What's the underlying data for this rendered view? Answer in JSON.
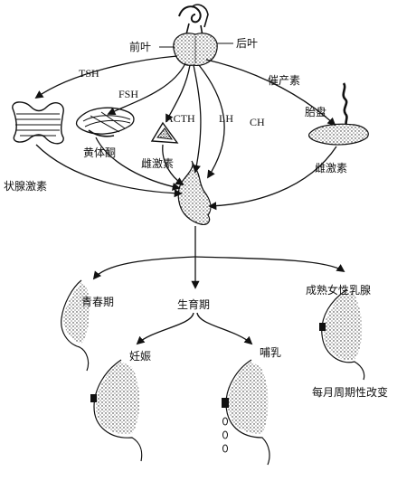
{
  "pituitary": {
    "anterior_lobe": "前叶",
    "posterior_lobe": "后叶"
  },
  "hormones": {
    "tsh": "TSH",
    "fsh": "FSH",
    "acth": "ACTH",
    "lh": "LH",
    "ch": "CH",
    "oxytocin": "催产素"
  },
  "organs": {
    "corpus_luteum": "黄体酮",
    "estrogen_left": "雌激素",
    "thyroid_hormone": "状腺激素",
    "placenta": "胎盘",
    "estrogen_right": "雌激素"
  },
  "stages": {
    "puberty": "青春期",
    "reproductive": "生育期",
    "mature_breast": "成熟女性乳腺",
    "pregnancy": "妊娠",
    "lactation": "哺乳",
    "monthly_change": "每月周期性改变"
  }
}
